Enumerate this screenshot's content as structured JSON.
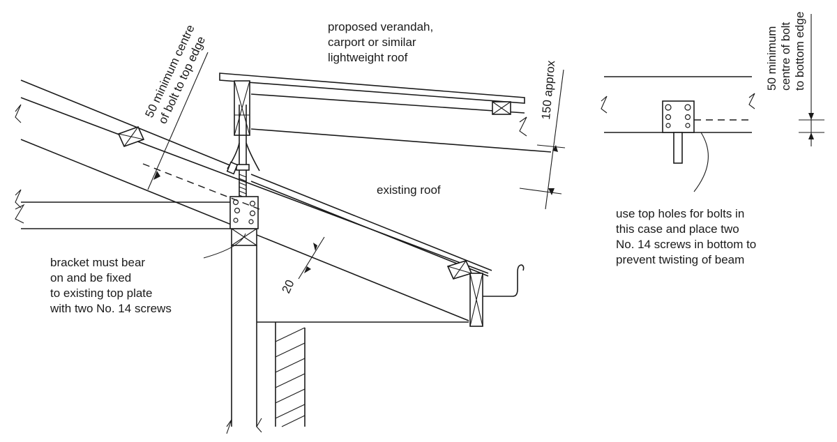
{
  "labels": {
    "proposed_roof": [
      "proposed verandah,",
      "carport or similar",
      "lightweight roof"
    ],
    "min_top_edge": [
      "50 minimum centre",
      "of bolt to top edge"
    ],
    "approx_150": "150 approx",
    "existing_roof": "existing roof",
    "bracket_note": [
      "bracket must bear",
      "on and be fixed",
      "to existing top plate",
      "with two No. 14 screws"
    ],
    "dim_20": "20",
    "min_bottom_edge": [
      "50 minimum",
      "centre of bolt",
      "to bottom edge"
    ],
    "holes_note": [
      "use top holes for bolts in",
      "this case and place two",
      "No. 14 screws in bottom to",
      "prevent twisting of beam"
    ]
  }
}
